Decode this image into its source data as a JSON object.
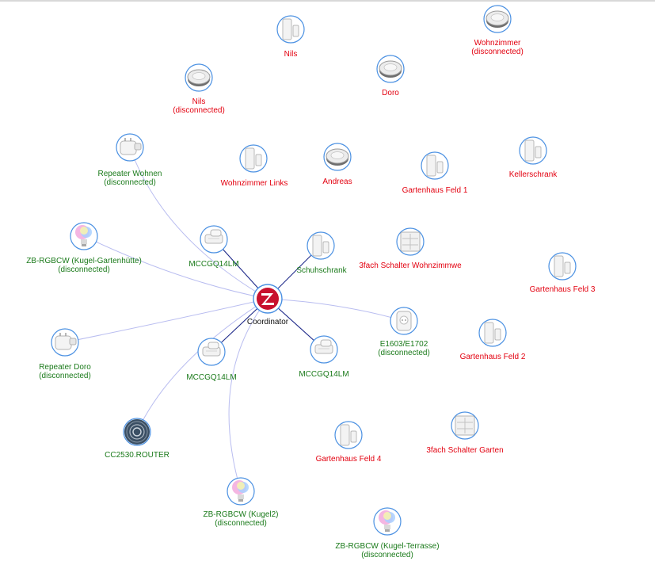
{
  "colors": {
    "online_label": "#1a7a1a",
    "offline_label": "#e3000f",
    "coordinator_label": "#111111",
    "node_ring": "#4a90e2",
    "direct_link": "#1f2a8a",
    "indirect_link": "#b9bdf0"
  },
  "coordinator": {
    "id": "coordinator",
    "label": "Coordinator",
    "icon": "zigbee-logo-icon"
  },
  "nodes": [
    {
      "id": "nils1",
      "lines": [
        "Nils"
      ],
      "icon": "door-sensor-icon",
      "status": "offline"
    },
    {
      "id": "wohnzimmer1",
      "lines": [
        "Wohnzimmer",
        "(disconnected)"
      ],
      "icon": "smoke-detector-icon",
      "status": "offline"
    },
    {
      "id": "doro",
      "lines": [
        "Doro"
      ],
      "icon": "smoke-detector-icon",
      "status": "offline"
    },
    {
      "id": "nils2",
      "lines": [
        "Nils",
        "(disconnected)"
      ],
      "icon": "smoke-detector-icon",
      "status": "offline"
    },
    {
      "id": "repeater-wohnen",
      "lines": [
        "Repeater Wohnen",
        "(disconnected)"
      ],
      "icon": "plug-repeater-icon",
      "status": "online"
    },
    {
      "id": "wohnzimmer-links",
      "lines": [
        "Wohnzimmer Links"
      ],
      "icon": "door-sensor-icon",
      "status": "offline"
    },
    {
      "id": "andreas",
      "lines": [
        "Andreas"
      ],
      "icon": "smoke-detector-icon",
      "status": "offline"
    },
    {
      "id": "gartenhaus1",
      "lines": [
        "Gartenhaus Feld 1"
      ],
      "icon": "door-sensor-icon",
      "status": "offline"
    },
    {
      "id": "kellerschrank",
      "lines": [
        "Kellerschrank"
      ],
      "icon": "door-sensor-icon",
      "status": "offline"
    },
    {
      "id": "zb-kugel-gartenhuette",
      "lines": [
        "ZB-RGBCW (Kugel-Gartenhütte)",
        "(disconnected)"
      ],
      "icon": "rgb-bulb-icon",
      "status": "online"
    },
    {
      "id": "mccgq-1",
      "lines": [
        "MCCGQ14LM"
      ],
      "icon": "contact-sensor-icon",
      "status": "online"
    },
    {
      "id": "schuhschrank",
      "lines": [
        "Schuhschrank"
      ],
      "icon": "door-sensor-icon",
      "status": "online"
    },
    {
      "id": "schalter-wohnzimmer",
      "lines": [
        "3fach Schalter Wohnzimmwe"
      ],
      "icon": "wall-switch-icon",
      "status": "offline"
    },
    {
      "id": "gartenhaus3",
      "lines": [
        "Gartenhaus Feld 3"
      ],
      "icon": "door-sensor-icon",
      "status": "offline"
    },
    {
      "id": "e1603",
      "lines": [
        "E1603/E1702",
        "(disconnected)"
      ],
      "icon": "smart-plug-icon",
      "status": "online"
    },
    {
      "id": "gartenhaus2",
      "lines": [
        "Gartenhaus Feld 2"
      ],
      "icon": "door-sensor-icon",
      "status": "offline"
    },
    {
      "id": "repeater-doro",
      "lines": [
        "Repeater Doro",
        "(disconnected)"
      ],
      "icon": "plug-repeater-icon",
      "status": "online"
    },
    {
      "id": "mccgq-2",
      "lines": [
        "MCCGQ14LM"
      ],
      "icon": "contact-sensor-icon",
      "status": "online"
    },
    {
      "id": "mccgq-3",
      "lines": [
        "MCCGQ14LM"
      ],
      "icon": "contact-sensor-icon",
      "status": "online"
    },
    {
      "id": "cc2530",
      "lines": [
        "CC2530.ROUTER"
      ],
      "icon": "router-board-icon",
      "status": "online"
    },
    {
      "id": "gartenhaus4",
      "lines": [
        "Gartenhaus Feld 4"
      ],
      "icon": "door-sensor-icon",
      "status": "offline"
    },
    {
      "id": "schalter-garten",
      "lines": [
        "3fach Schalter Garten"
      ],
      "icon": "wall-switch-icon",
      "status": "offline"
    },
    {
      "id": "zb-kugel2",
      "lines": [
        "ZB-RGBCW (Kugel2)",
        "(disconnected)"
      ],
      "icon": "rgb-bulb-icon",
      "status": "online"
    },
    {
      "id": "zb-kugel-terrasse",
      "lines": [
        "ZB-RGBCW (Kugel-Terrasse)",
        "(disconnected)"
      ],
      "icon": "rgb-bulb-icon",
      "status": "online"
    }
  ],
  "links": [
    {
      "to": "mccgq-1",
      "kind": "direct"
    },
    {
      "to": "schuhschrank",
      "kind": "direct"
    },
    {
      "to": "mccgq-2",
      "kind": "direct"
    },
    {
      "to": "mccgq-3",
      "kind": "direct"
    },
    {
      "to": "repeater-wohnen",
      "kind": "indirect"
    },
    {
      "to": "zb-kugel-gartenhuette",
      "kind": "indirect"
    },
    {
      "to": "repeater-doro",
      "kind": "indirect"
    },
    {
      "to": "cc2530",
      "kind": "indirect"
    },
    {
      "to": "zb-kugel2",
      "kind": "indirect"
    },
    {
      "to": "e1603",
      "kind": "indirect"
    }
  ]
}
